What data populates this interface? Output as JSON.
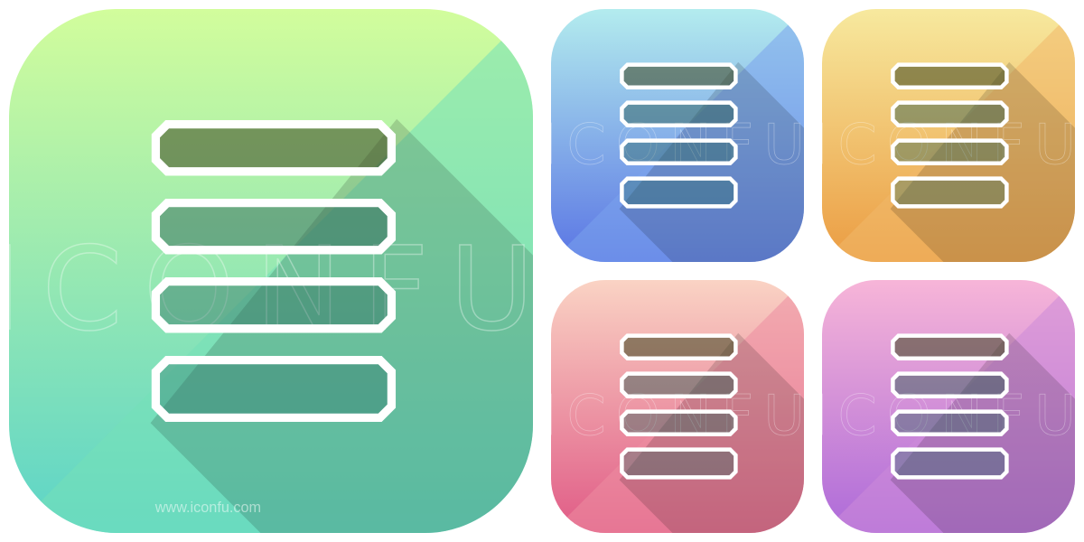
{
  "watermark": {
    "text": "ICONFU",
    "url": "www.iconfu.com"
  },
  "icon": {
    "name": "database-icon"
  },
  "tiles": [
    {
      "id": "large",
      "grad_start": "#d2fd9c",
      "grad_end": "#5cd4c8",
      "tri_color": "#74e0b8"
    },
    {
      "id": "blue",
      "grad_start": "#b3ecee",
      "grad_end": "#5a75e4",
      "tri_color": "#7aa2ec"
    },
    {
      "id": "orange",
      "grad_start": "#f7e99e",
      "grad_end": "#eb9c42",
      "tri_color": "#f0b86a"
    },
    {
      "id": "red",
      "grad_start": "#fad3c4",
      "grad_end": "#e05b86",
      "tri_color": "#ec8ca0"
    },
    {
      "id": "purple",
      "grad_start": "#f7b5d8",
      "grad_end": "#ad6ad9",
      "tri_color": "#cc8bd8"
    }
  ]
}
